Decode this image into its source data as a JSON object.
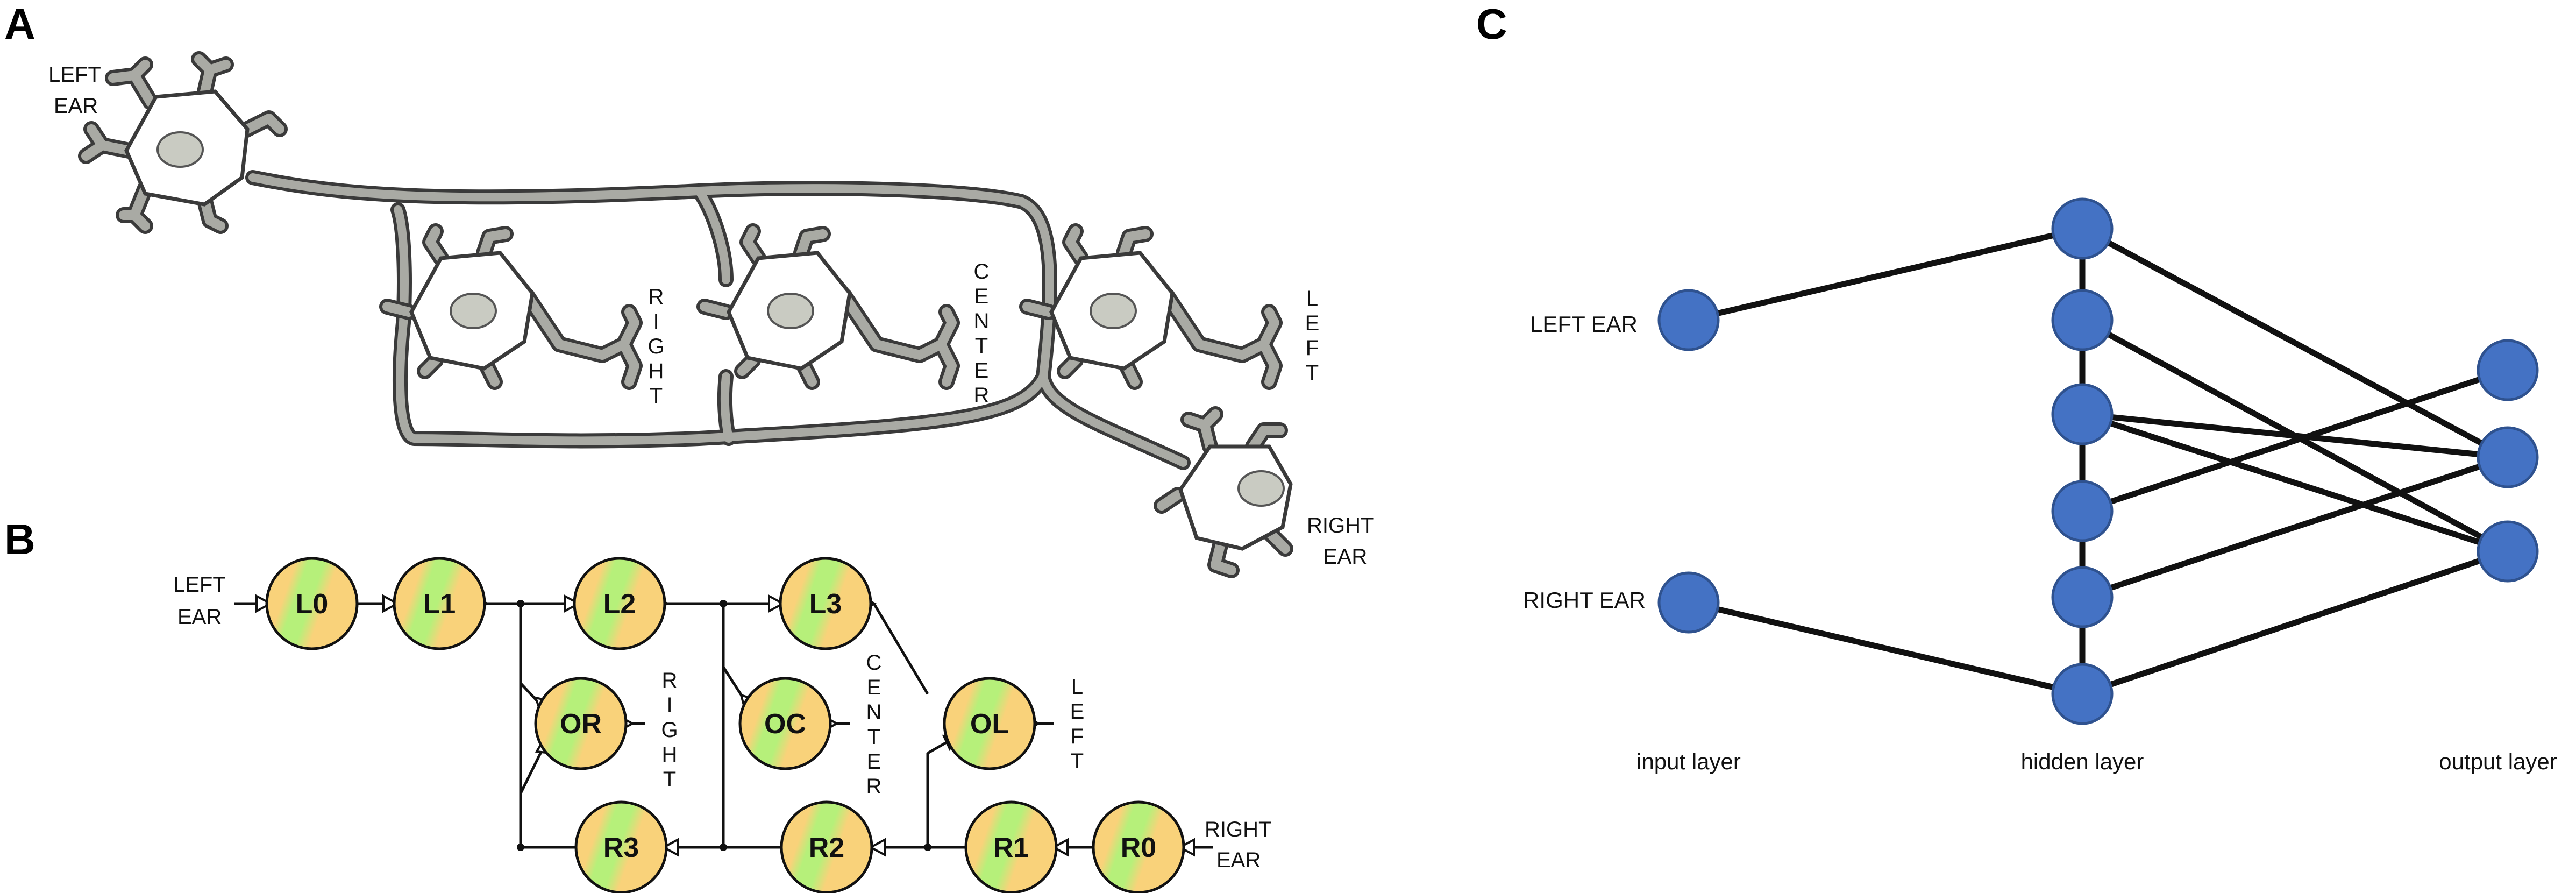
{
  "panels": {
    "A": {
      "letter": "A",
      "labels": {
        "left_ear": [
          "LEFT",
          "EAR"
        ],
        "right_ear": [
          "RIGHT",
          "EAR"
        ],
        "right": "RIGHT",
        "center": "CENTER",
        "left": "LEFT"
      }
    },
    "B": {
      "letter": "B",
      "labels": {
        "left_ear": [
          "LEFT",
          "EAR"
        ],
        "right_ear": [
          "RIGHT",
          "EAR"
        ],
        "right": "RIGHT",
        "center": "CENTER",
        "left": "LEFT"
      },
      "nodes": {
        "L0": "L0",
        "L1": "L1",
        "L2": "L2",
        "L3": "L3",
        "OR": "OR",
        "OC": "OC",
        "OL": "OL",
        "R3": "R3",
        "R2": "R2",
        "R1": "R1",
        "R0": "R0"
      },
      "colors": {
        "green": "#b6f07a",
        "orange": "#f9d27a"
      }
    },
    "C": {
      "letter": "C",
      "inputs": [
        "LEFT EAR",
        "RIGHT EAR"
      ],
      "layers": [
        "input layer",
        "hidden layer",
        "output layer"
      ],
      "colors": {
        "node": "#4472c4"
      }
    }
  }
}
